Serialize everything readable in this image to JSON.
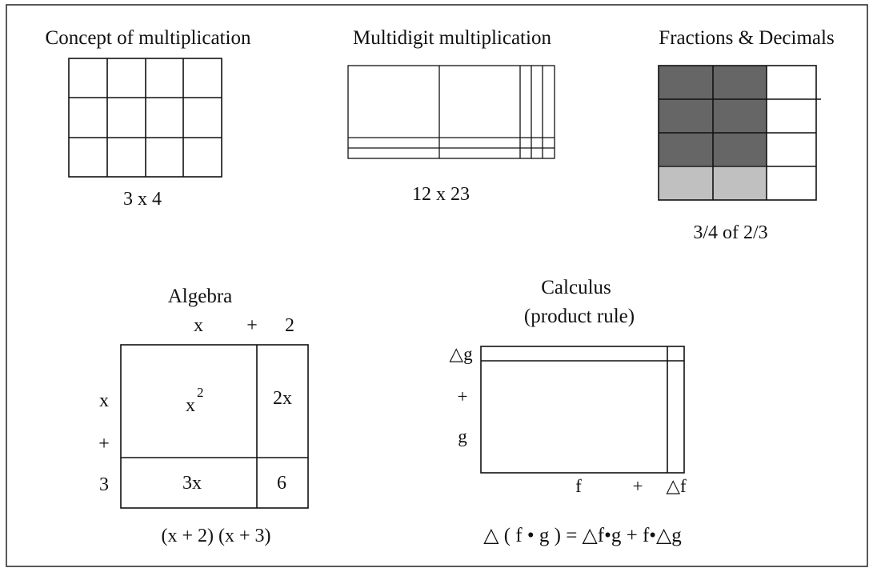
{
  "panels": {
    "concept": {
      "title": "Concept of multiplication",
      "caption": "3 x 4",
      "rows": 3,
      "cols": 4
    },
    "multidigit": {
      "title": "Multidigit multiplication",
      "caption": "12 x 23"
    },
    "fractions": {
      "title": "Fractions & Decimals",
      "caption": "3/4  of  2/3",
      "rows": 4,
      "cols": 3,
      "dark_color": "#666666",
      "light_color": "#c0c0c0"
    },
    "algebra": {
      "title": "Algebra",
      "top_labels": [
        "x",
        "+",
        "2"
      ],
      "side_labels": [
        "x",
        "+",
        "3"
      ],
      "cells": {
        "x2_base": "x",
        "x2_exp": "2",
        "top_right": "2x",
        "bottom_left": "3x",
        "bottom_right": "6"
      },
      "caption": "(x + 2) (x + 3)"
    },
    "calculus": {
      "title_line1": "Calculus",
      "title_line2": "(product rule)",
      "side_labels": [
        "△g",
        "+",
        "g"
      ],
      "bottom_labels": [
        "f",
        "+",
        "△f"
      ],
      "caption": "△ ( f • g ) = △f•g  +  f•△g"
    }
  },
  "colors": {
    "line": "#111111",
    "border": "#222222",
    "background": "#ffffff"
  }
}
